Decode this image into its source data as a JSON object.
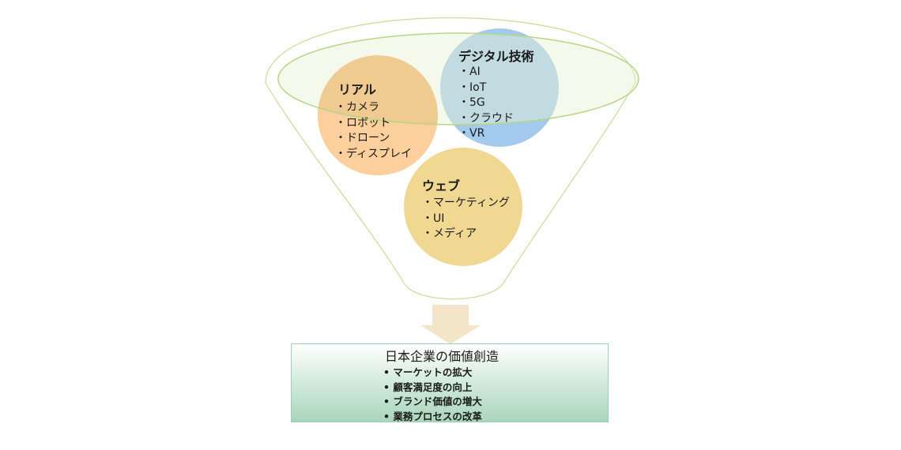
{
  "groups": {
    "real": {
      "title": "リアル",
      "items": [
        "・カメラ",
        "・ロボット",
        "・ドローン",
        "・ディスプレイ"
      ],
      "color": "#f5a95a"
    },
    "digital": {
      "title": "デジタル技術",
      "items": [
        "・AI",
        "・IoT",
        "・5G",
        "・クラウド",
        "・VR"
      ],
      "color": "#a3c9ec"
    },
    "web": {
      "title": "ウェブ",
      "items": [
        "・マーケティング",
        "・UI",
        "・メディア"
      ],
      "color": "#f0d792"
    }
  },
  "result": {
    "title": "日本企業の価値創造",
    "items": [
      "マーケットの拡大",
      "顧客満足度の向上",
      "ブランド価値の増大",
      "業務プロセスの改革"
    ]
  },
  "colors": {
    "funnel_stroke": "#c2df97",
    "ring_fill": "#e8f2d4",
    "arrow": "#f3e6c8",
    "box_border": "#9fcfb3"
  }
}
